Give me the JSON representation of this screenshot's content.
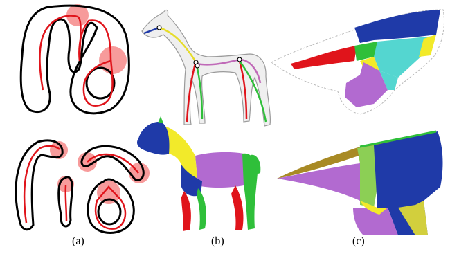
{
  "figure": {
    "panel_labels": {
      "a": "(a)",
      "b": "(b)",
      "c": "(c)"
    },
    "colors": {
      "outline": "#000000",
      "skeleton": "#e0141b",
      "highlight_disk": "#f47a7a",
      "red": "#e0141b",
      "yellow": "#f2ea2a",
      "blue": "#1f3aa8",
      "green": "#2fbf3a",
      "magenta": "#b26ad0",
      "cyan": "#54d6d0",
      "gold": "#a88a25"
    }
  }
}
